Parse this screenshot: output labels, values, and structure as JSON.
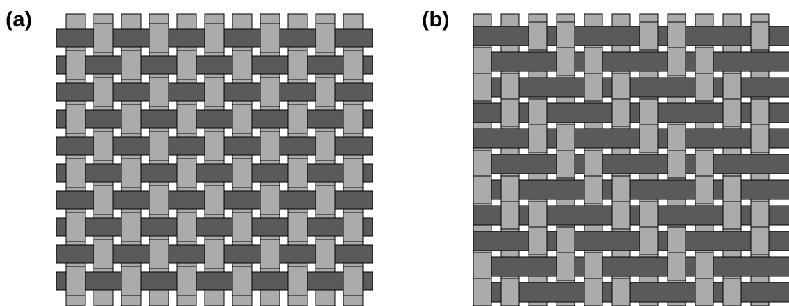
{
  "panels": [
    {
      "id": "a",
      "label": "(a)",
      "weave": "plain",
      "warp_yarns": 11,
      "weft_yarns": 10,
      "float": 1
    },
    {
      "id": "b",
      "label": "(b)",
      "weave": "twill",
      "warp_yarns": 11,
      "weft_yarns": 11,
      "float": 2
    }
  ],
  "colors": {
    "warp_fill": "#ababab",
    "weft_fill": "#5a5a5a",
    "outline": "#000000",
    "background": "#ffffff"
  }
}
